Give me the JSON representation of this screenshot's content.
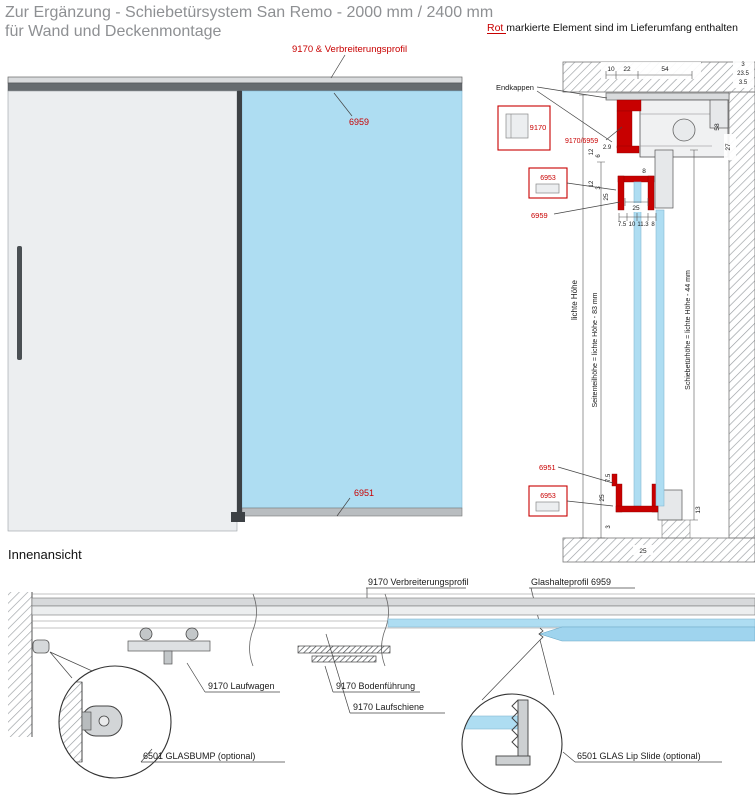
{
  "header": {
    "title_line1": "Zur Ergänzung - Schiebetürsystem San Remo - 2000 mm / 2400 mm",
    "title_line2": "für Wand und Deckenmontage",
    "note_highlight": "Rot",
    "note_rest": " markierte Element sind im Lieferumfang enthalten"
  },
  "elevation": {
    "top_profile_label": "9170 & Verbreiterungsprofil",
    "glass_holder_label": "6959",
    "bottom_profile_label": "6951"
  },
  "section": {
    "endkappen_label": "Endkappen",
    "box_9170": "9170",
    "combo_label": "9170/6959",
    "box_6953_top": "6953",
    "label_6959": "6959",
    "label_6951": "6951",
    "box_6953_bottom": "6953",
    "v_lichte": "lichte Höhe",
    "v_seitenteil": "Seitenteilhöhe = lichte Höhe - 83 mm",
    "v_schiebetuer": "Schiebetürhöhe = lichte Höhe - 44 mm",
    "dims": {
      "n10": "10",
      "n22": "22",
      "n54": "54",
      "n3": "3",
      "n23_5": "23.5",
      "n3_5": "3.5",
      "n58": "58",
      "n27": "27",
      "n12": "12",
      "n6": "6",
      "n2_9": "2.9",
      "n25": "25",
      "n8": "8",
      "n7_5": "7.5",
      "n11_3": "11.3",
      "n13": "13"
    }
  },
  "innenansicht": {
    "title": "Innenansicht",
    "verbreiterung_label": "9170 Verbreiterungsprofil",
    "glashalteprofil_label": "Glashalteprofil 6959",
    "laufwagen_label": "9170 Laufwagen",
    "bodenfuehrung_label": "9170 Bodenführung",
    "laufschiene_label": "9170 Laufschiene",
    "glasbump_label": "6501 GLASBUMP (optional)",
    "lipslide_label": "6501 GLAS Lip Slide (optional)"
  },
  "colors": {
    "accent_red": "#c80000",
    "glass_blue": "#aeddf2",
    "panel_gray": "#eceef0",
    "rail_dark": "#666b6f",
    "title_gray": "#8e9093"
  }
}
